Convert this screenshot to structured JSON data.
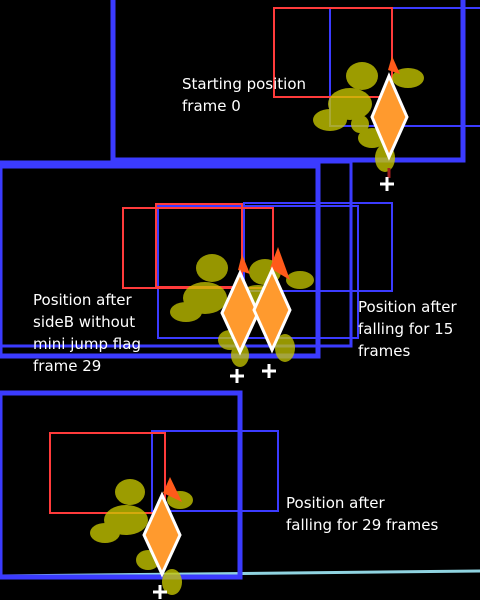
{
  "labels": {
    "starting_position": "Starting position\nframe 0",
    "after_sideb": "Position after\nsideB without\nmini jump flag\nframe 29",
    "falling_15": "Position after\nfalling for 15\n frames",
    "falling_29": "Position after\nfalling for 29 frames"
  },
  "colors": {
    "background": "#000000",
    "environment_box": "#3b3bff",
    "hurtbox": "#ff3b3b",
    "body_blob": "#c8c800",
    "diamond_fill": "#ff9a2e",
    "diamond_outline": "#ffffff",
    "flame": "#ff5a1a",
    "ground_line": "#8fd3e0",
    "origin_cross": "#ffffff"
  },
  "icons": {
    "origin_marker": "plus-cross-icon",
    "ecb_marker": "diamond-icon"
  }
}
